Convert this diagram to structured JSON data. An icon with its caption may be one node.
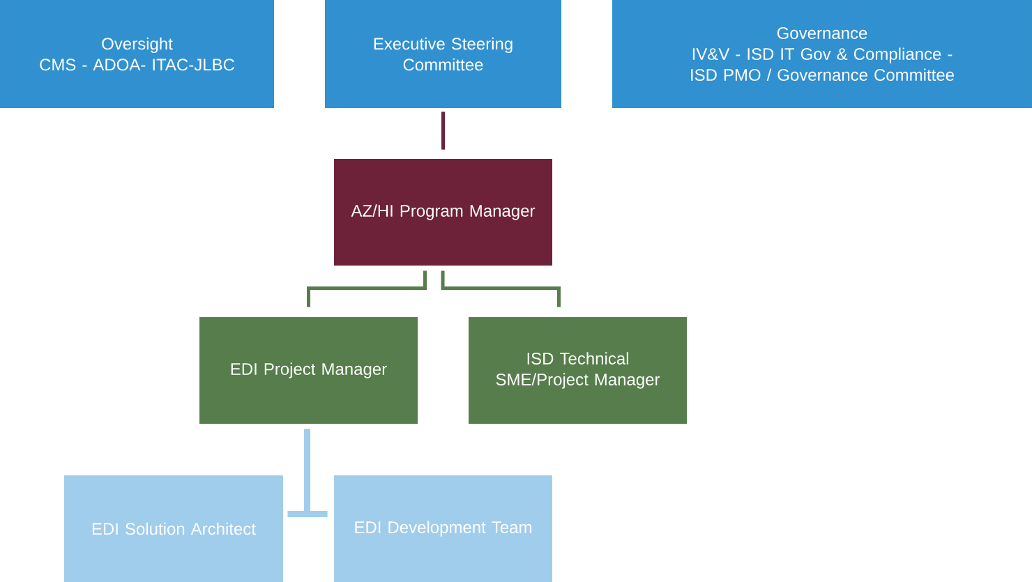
{
  "diagram": {
    "nodes": [
      {
        "text": [
          "Oversight",
          "CMS - ADOA- ITAC-JLBC"
        ]
      },
      {
        "text": [
          "Executive Steering Committee"
        ]
      },
      {
        "text": [
          "Governance",
          "IV&V - ISD IT Gov & Compliance - ISD PMO / Governance Committee"
        ]
      },
      {
        "text": [
          "AZ/HI Program Manager"
        ]
      },
      {
        "text": [
          "EDI Project Manager"
        ]
      },
      {
        "text": [
          "ISD Technical SME/Project Manager"
        ]
      },
      {
        "text": [
          "EDI Solution Architect"
        ]
      },
      {
        "text": [
          "EDI Development Team"
        ]
      }
    ],
    "edges": [
      {
        "from": 1,
        "to": 3,
        "arrow": "none",
        "color": "#6d2239"
      },
      {
        "from": 3,
        "to": 4,
        "arrow": "none",
        "color": "#567d4b"
      },
      {
        "from": 3,
        "to": 5,
        "arrow": "none",
        "color": "#567d4b"
      },
      {
        "from": 4,
        "to": 6,
        "arrow": "none",
        "color": "#a1cdec",
        "style": "thick"
      },
      {
        "from": 4,
        "to": 7,
        "arrow": "none",
        "color": "#a1cdec",
        "style": "thick"
      }
    ]
  }
}
